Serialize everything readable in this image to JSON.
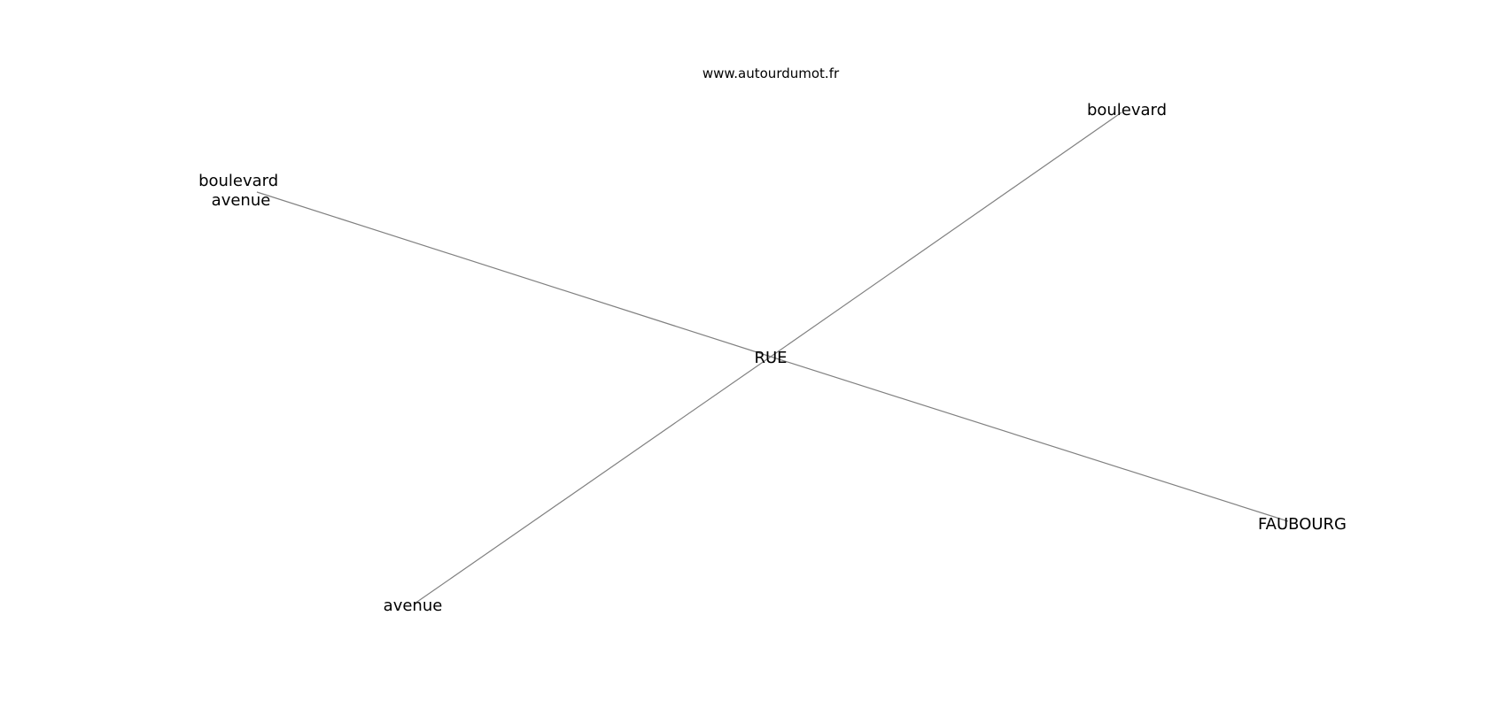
{
  "watermark": "www.autourdumot.fr",
  "graph": {
    "center": "RUE",
    "nodes": [
      {
        "id": "boulevard",
        "label": "boulevard"
      },
      {
        "id": "boulevard-avenue",
        "label": "boulevard\navenue",
        "lines": [
          "boulevard",
          "avenue"
        ]
      },
      {
        "id": "avenue",
        "label": "avenue"
      },
      {
        "id": "faubourg",
        "label": "FAUBOURG"
      }
    ],
    "edges": [
      {
        "from": "RUE",
        "to": "boulevard"
      },
      {
        "from": "RUE",
        "to": "boulevard-avenue"
      },
      {
        "from": "RUE",
        "to": "avenue"
      },
      {
        "from": "RUE",
        "to": "faubourg"
      }
    ],
    "edge_color": "#808080",
    "text_color": "#000000"
  }
}
